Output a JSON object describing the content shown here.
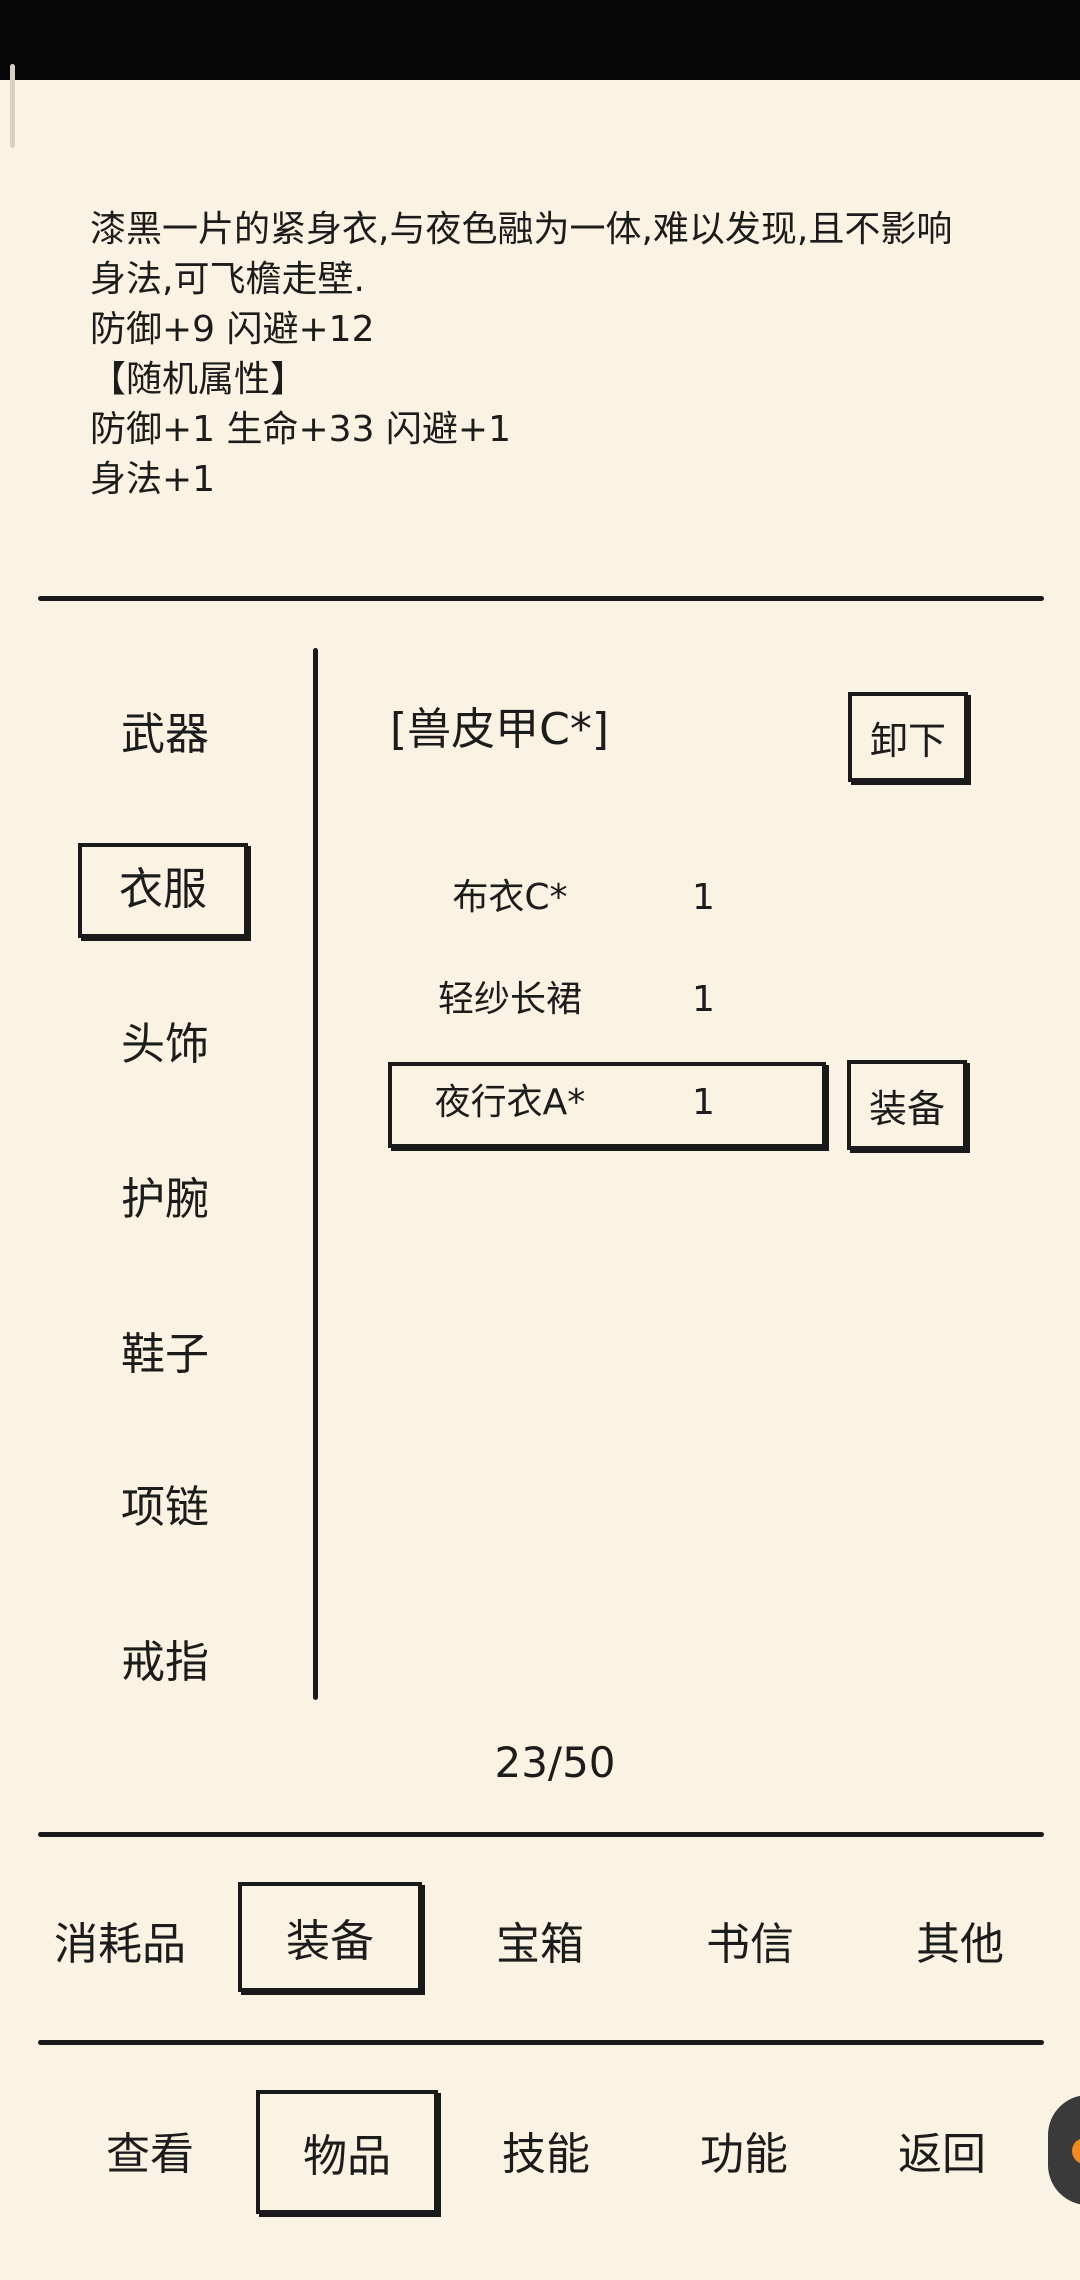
{
  "description": {
    "lines": [
      "漆黑一片的紧身衣,与夜色融为一体,难以发现,且不影响",
      "身法,可飞檐走壁.",
      "防御+9 闪避+12",
      "【随机属性】",
      "防御+1 生命+33 闪避+1",
      "身法+1"
    ]
  },
  "categories": [
    "武器",
    "衣服",
    "头饰",
    "护腕",
    "鞋子",
    "项链",
    "戒指"
  ],
  "selected_category": "衣服",
  "equipped": {
    "name": "[兽皮甲C*]",
    "unequip_label": "卸下"
  },
  "items": [
    {
      "name": "布衣C*",
      "count": "1"
    },
    {
      "name": "轻纱长裙",
      "count": "1"
    },
    {
      "name": "夜行衣A*",
      "count": "1",
      "selected": true
    }
  ],
  "equip_label": "装备",
  "capacity": "23/50",
  "item_tabs": [
    "消耗品",
    "装备",
    "宝箱",
    "书信",
    "其他"
  ],
  "active_item_tab": "装备",
  "bottom_nav": [
    "查看",
    "物品",
    "技能",
    "功能",
    "返回"
  ],
  "active_bottom_nav": "物品",
  "colors": {
    "background": "#faf3e3",
    "ink": "#1c1c1c"
  }
}
